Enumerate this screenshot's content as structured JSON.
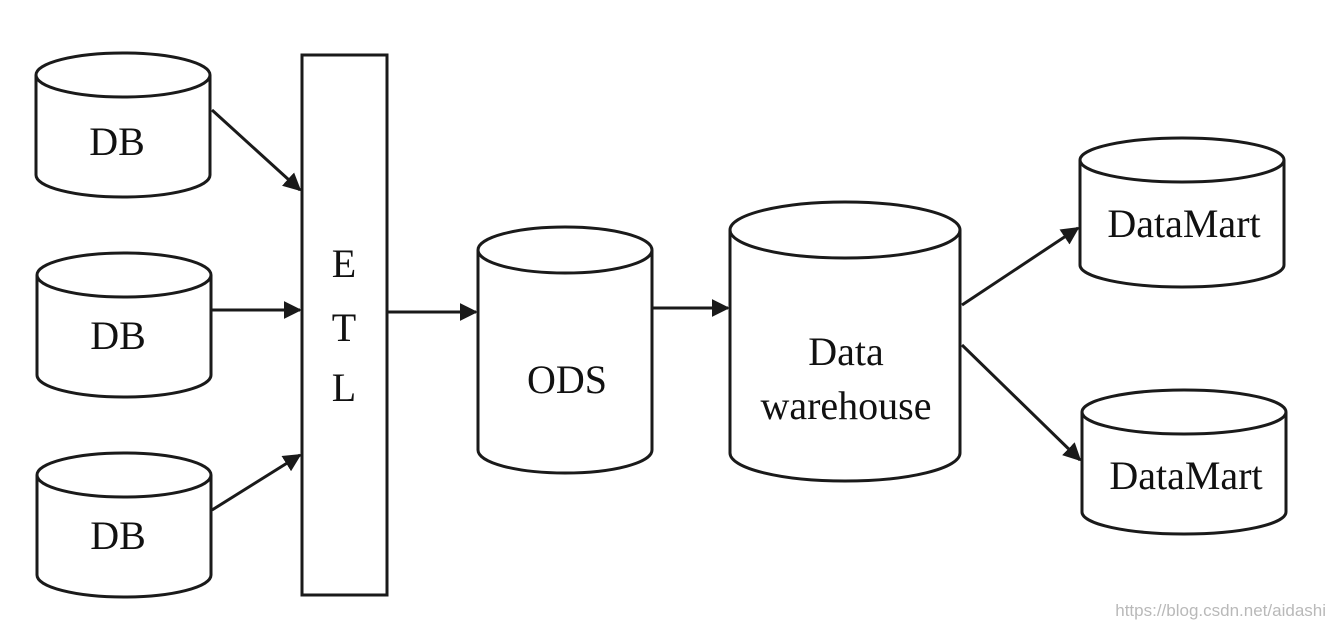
{
  "diagram": {
    "sources": [
      {
        "label": "DB"
      },
      {
        "label": "DB"
      },
      {
        "label": "DB"
      }
    ],
    "etl": {
      "letters": [
        "E",
        "T",
        "L"
      ]
    },
    "ods": {
      "label": "ODS"
    },
    "warehouse": {
      "line1": "Data",
      "line2": "warehouse"
    },
    "marts": [
      {
        "label": "DataMart"
      },
      {
        "label": "DataMart"
      }
    ]
  },
  "watermark": "https://blog.csdn.net/aidashi",
  "colors": {
    "stroke": "#1a1a1a",
    "text": "#111111",
    "background": "#ffffff",
    "watermark": "#b9b9b9"
  }
}
